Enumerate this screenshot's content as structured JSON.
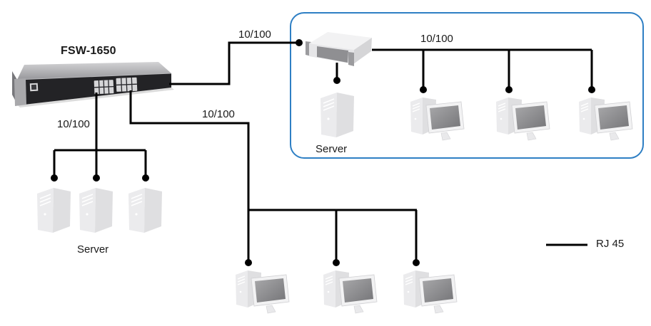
{
  "switch": {
    "model_label": "FSW-1650"
  },
  "links": {
    "switch_to_zone": {
      "label": "10/100"
    },
    "zone_bus": {
      "label": "10/100"
    },
    "left_server_group": {
      "label": "10/100"
    },
    "bottom_workstation_group": {
      "label": "10/100"
    }
  },
  "left_server_group": {
    "caption": "Server",
    "server_count": 3
  },
  "zone": {
    "server_caption": "Server",
    "workstation_count": 3
  },
  "bottom_workstation_group": {
    "workstation_count": 3
  },
  "legend": {
    "cable_label": "RJ 45"
  },
  "colors": {
    "cable": "#000000",
    "zone_border": "#2e7fc4",
    "label_text": "#1a1a1a"
  }
}
